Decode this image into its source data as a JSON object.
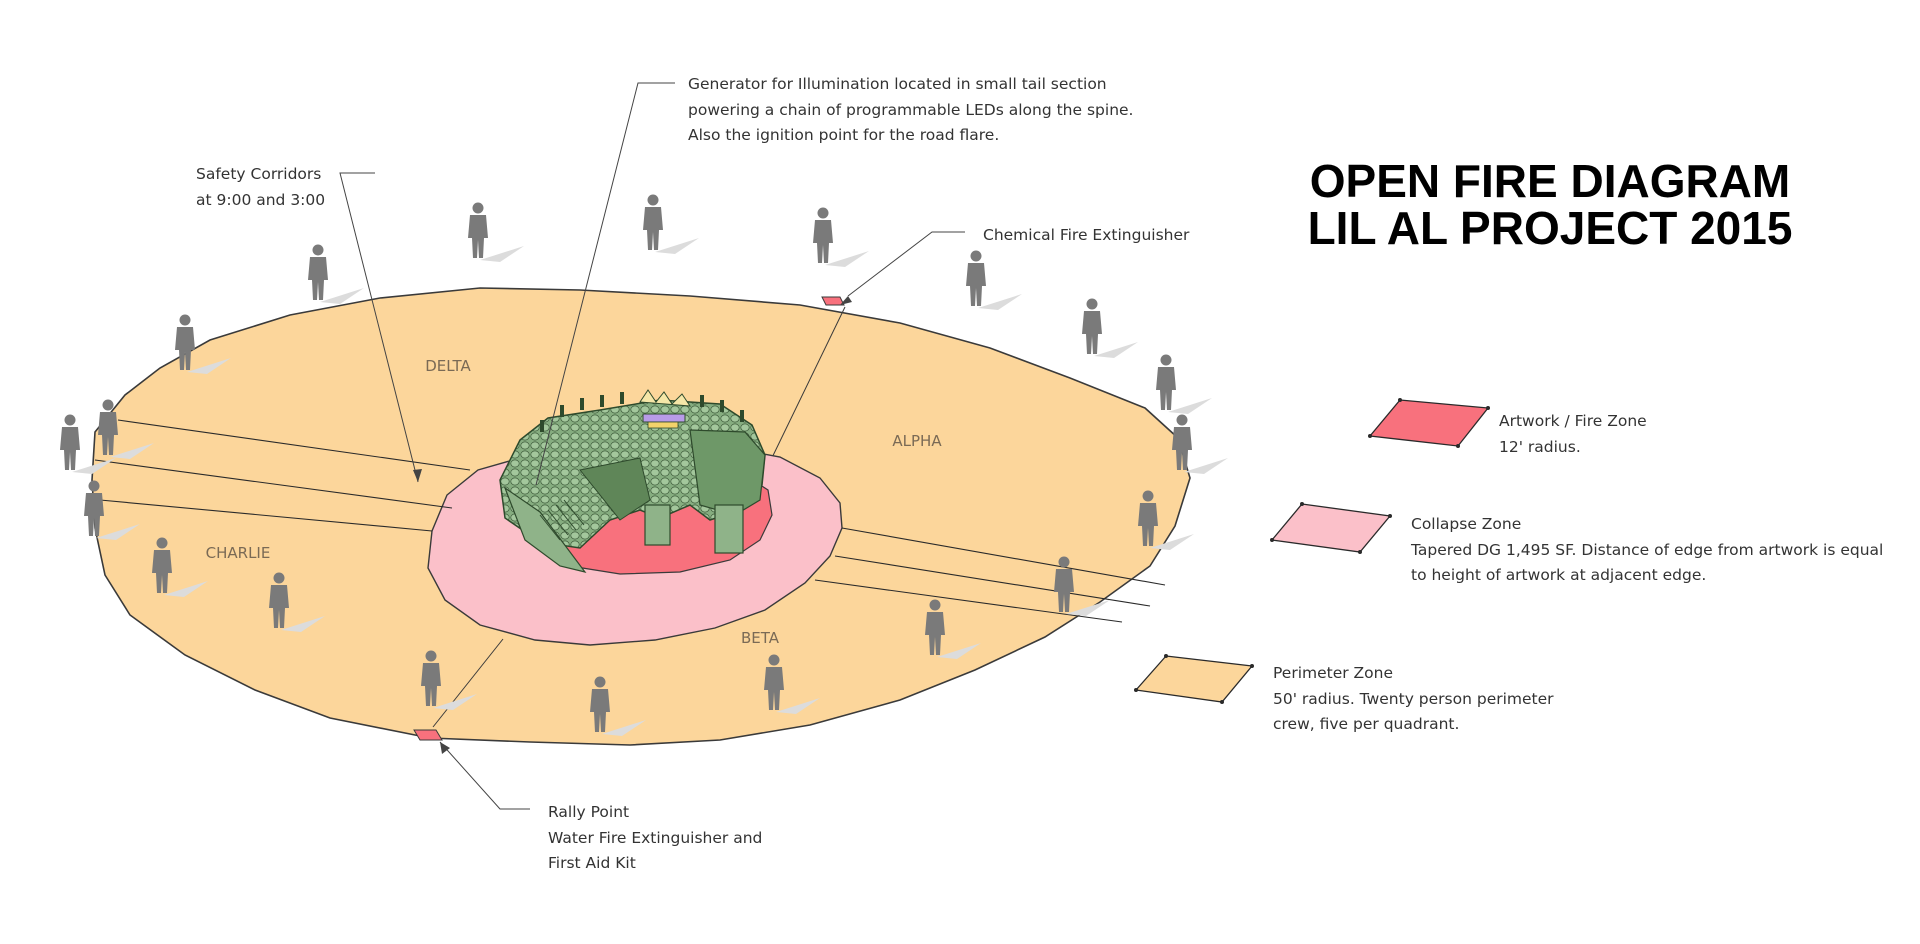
{
  "title": {
    "line1": "OPEN FIRE DIAGRAM",
    "line2": "LIL AL PROJECT 2015"
  },
  "zones": {
    "alpha": "ALPHA",
    "beta": "BETA",
    "charlie": "CHARLIE",
    "delta": "DELTA"
  },
  "callouts": {
    "generator": [
      "Generator for Illumination located in small tail section",
      "powering a chain of programmable LEDs along the spine.",
      "Also the ignition point for the road flare."
    ],
    "safety": [
      "Safety Corridors",
      "at 9:00 and 3:00"
    ],
    "extinguisher": [
      "Chemical Fire Extinguisher"
    ],
    "rally": [
      "Rally Point",
      "Water Fire Extinguisher and",
      "First Aid Kit"
    ]
  },
  "legend": [
    {
      "id": "fire",
      "color": "#f8717d",
      "lines": [
        "Artwork / Fire Zone",
        "12' radius."
      ]
    },
    {
      "id": "collapse",
      "color": "#fbc0c9",
      "lines": [
        "Collapse Zone",
        "Tapered DG 1,495 SF. Distance of edge from artwork is equal",
        "to height of artwork at adjacent edge."
      ]
    },
    {
      "id": "perimeter",
      "color": "#fcd69b",
      "lines": [
        "Perimeter Zone",
        "50' radius. Twenty person perimeter",
        "crew, five per quadrant."
      ]
    }
  ],
  "colors": {
    "perimeter": "#fcd69b",
    "collapse": "#fbc0c9",
    "fire": "#f8717d",
    "artwork": "#7fa77a",
    "person": "#7a7a7a"
  }
}
